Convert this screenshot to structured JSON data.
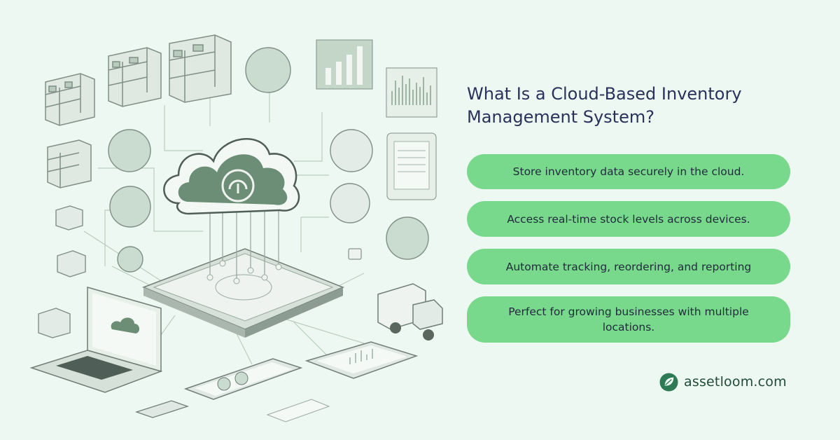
{
  "heading": {
    "line1": "What Is a Cloud-Based Inventory",
    "line2": "Management System?"
  },
  "features": [
    "Store inventory data securely in the cloud.",
    "Access real-time stock levels across devices.",
    "Automate tracking, reordering, and reporting",
    "Perfect for growing businesses with multiple locations."
  ],
  "brand": {
    "name": "assetloom.com",
    "logo_icon": "leaf-logo-icon"
  },
  "colors": {
    "background": "#eef8f2",
    "pill": "#78d98c",
    "heading": "#28325a",
    "brand": "#2e7a55",
    "illustration_green": "#6d8e76"
  }
}
